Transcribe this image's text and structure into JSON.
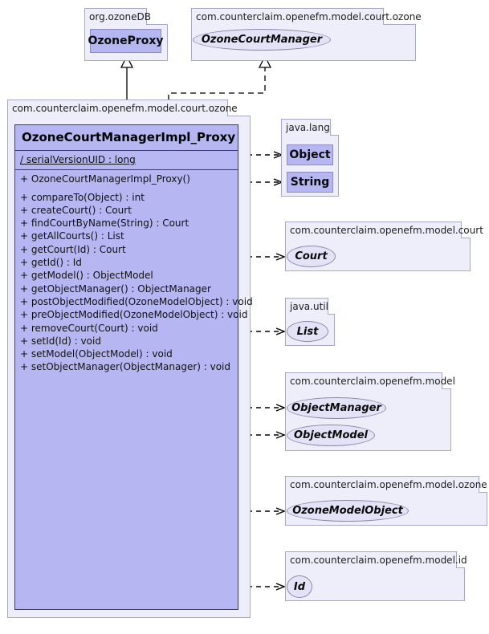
{
  "diagram": {
    "type": "uml-class-diagram",
    "colors": {
      "class_fill": "#b5b6f2",
      "package_fill": "#eeeefb",
      "interface_fill": "#e3e3f8",
      "border": "#8c8cc0",
      "class_border": "#3b3b6b",
      "line": "#000000",
      "background": "#ffffff"
    }
  },
  "packages": {
    "ozonedb": {
      "name": "org.ozoneDB",
      "classes": [
        {
          "name": "OzoneProxy",
          "kind": "class"
        }
      ]
    },
    "court_ozone_top": {
      "name": "com.counterclaim.openefm.model.court.ozone",
      "classes": [
        {
          "name": "OzoneCourtManager",
          "kind": "interface"
        }
      ]
    },
    "court_ozone_main": {
      "name": "com.counterclaim.openefm.model.court.ozone"
    },
    "java_lang": {
      "name": "java.lang",
      "classes": [
        {
          "name": "Object",
          "kind": "class"
        },
        {
          "name": "String",
          "kind": "class"
        }
      ]
    },
    "model_court": {
      "name": "com.counterclaim.openefm.model.court",
      "classes": [
        {
          "name": "Court",
          "kind": "interface"
        }
      ]
    },
    "java_util": {
      "name": "java.util",
      "classes": [
        {
          "name": "List",
          "kind": "interface"
        }
      ]
    },
    "model": {
      "name": "com.counterclaim.openefm.model",
      "classes": [
        {
          "name": "ObjectManager",
          "kind": "interface"
        },
        {
          "name": "ObjectModel",
          "kind": "interface"
        }
      ]
    },
    "model_ozone": {
      "name": "com.counterclaim.openefm.model.ozone",
      "classes": [
        {
          "name": "OzoneModelObject",
          "kind": "interface"
        }
      ]
    },
    "model_id": {
      "name": "com.counterclaim.openefm.model.id",
      "classes": [
        {
          "name": "Id",
          "kind": "interface"
        }
      ]
    }
  },
  "main_class": {
    "name": "OzoneCourtManagerImpl_Proxy",
    "attributes": [
      {
        "text": "/ serialVersionUID : long",
        "visibility": "derived",
        "static": true
      }
    ],
    "constructors": [
      {
        "text": "+ OzoneCourtManagerImpl_Proxy()",
        "visibility": "public"
      }
    ],
    "operations": [
      {
        "text": "+ compareTo(Object) : int",
        "visibility": "public"
      },
      {
        "text": "+ createCourt() : Court",
        "visibility": "public"
      },
      {
        "text": "+ findCourtByName(String) : Court",
        "visibility": "public"
      },
      {
        "text": "+ getAllCourts() : List",
        "visibility": "public"
      },
      {
        "text": "+ getCourt(Id) : Court",
        "visibility": "public"
      },
      {
        "text": "+ getId() : Id",
        "visibility": "public"
      },
      {
        "text": "+ getModel() : ObjectModel",
        "visibility": "public"
      },
      {
        "text": "+ getObjectManager() : ObjectManager",
        "visibility": "public"
      },
      {
        "text": "+ postObjectModified(OzoneModelObject) : void",
        "visibility": "public"
      },
      {
        "text": "+ preObjectModified(OzoneModelObject) : void",
        "visibility": "public"
      },
      {
        "text": "+ removeCourt(Court) : void",
        "visibility": "public"
      },
      {
        "text": "+ setId(Id) : void",
        "visibility": "public"
      },
      {
        "text": "+ setModel(ObjectModel) : void",
        "visibility": "public"
      },
      {
        "text": "+ setObjectManager(ObjectManager) : void",
        "visibility": "public"
      }
    ]
  },
  "relationships": [
    {
      "from": "OzoneCourtManagerImpl_Proxy",
      "to": "OzoneProxy",
      "type": "generalization",
      "style": "solid-hollow-triangle"
    },
    {
      "from": "OzoneCourtManagerImpl_Proxy",
      "to": "OzoneCourtManager",
      "type": "realization",
      "style": "dashed-hollow-triangle"
    },
    {
      "from": "OzoneCourtManagerImpl_Proxy",
      "to": "Object",
      "type": "dependency",
      "style": "dashed-open-arrow"
    },
    {
      "from": "OzoneCourtManagerImpl_Proxy",
      "to": "String",
      "type": "dependency",
      "style": "dashed-open-arrow"
    },
    {
      "from": "OzoneCourtManagerImpl_Proxy",
      "to": "Court",
      "type": "dependency",
      "style": "dashed-open-arrow"
    },
    {
      "from": "OzoneCourtManagerImpl_Proxy",
      "to": "List",
      "type": "dependency",
      "style": "dashed-open-arrow"
    },
    {
      "from": "OzoneCourtManagerImpl_Proxy",
      "to": "ObjectManager",
      "type": "dependency",
      "style": "dashed-open-arrow"
    },
    {
      "from": "OzoneCourtManagerImpl_Proxy",
      "to": "ObjectModel",
      "type": "dependency",
      "style": "dashed-open-arrow"
    },
    {
      "from": "OzoneCourtManagerImpl_Proxy",
      "to": "OzoneModelObject",
      "type": "dependency",
      "style": "dashed-open-arrow"
    },
    {
      "from": "OzoneCourtManagerImpl_Proxy",
      "to": "Id",
      "type": "dependency",
      "style": "dashed-open-arrow"
    }
  ]
}
